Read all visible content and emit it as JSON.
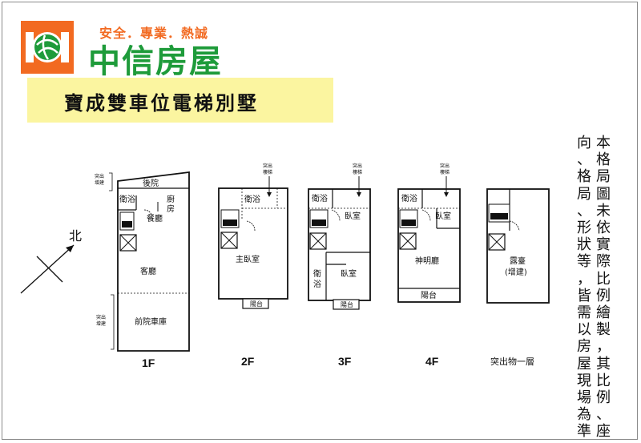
{
  "logo": {
    "slogan": "安全．專業．熱誠",
    "brand": "中信房屋"
  },
  "banner": {
    "title": "寶成雙車位電梯別墅"
  },
  "note": {
    "col1": "本格局圖未依實際比例繪製，其比例、座",
    "col2": "向、格局、形狀等，皆需以房屋現場為準"
  },
  "compass": {
    "north": "北"
  },
  "labels": {
    "protrude": "突出",
    "added": "增建",
    "stairs": "樓梯"
  },
  "floors": [
    {
      "label": "1F",
      "rooms": {
        "backyard": "後院",
        "bath": "衛浴",
        "kitchen_1": "廚",
        "kitchen_2": "房",
        "dining": "餐廳",
        "living": "客廳",
        "front_garage": "前院車庫"
      }
    },
    {
      "label": "2F",
      "rooms": {
        "bath": "衛浴",
        "master": "主臥室",
        "balcony": "陽台"
      }
    },
    {
      "label": "3F",
      "rooms": {
        "bath_top": "衛浴",
        "bedroom_a": "臥室",
        "bath_v1": "衛",
        "bath_v2": "浴",
        "bedroom_b": "臥室",
        "balcony": "陽台"
      }
    },
    {
      "label": "4F",
      "rooms": {
        "bath": "衛浴",
        "bedroom": "臥室",
        "shrine": "神明廳",
        "balcony": "陽台"
      }
    },
    {
      "label": "突出物一層",
      "rooms": {
        "terrace": "露臺",
        "terrace_note": "(增建)"
      }
    }
  ]
}
